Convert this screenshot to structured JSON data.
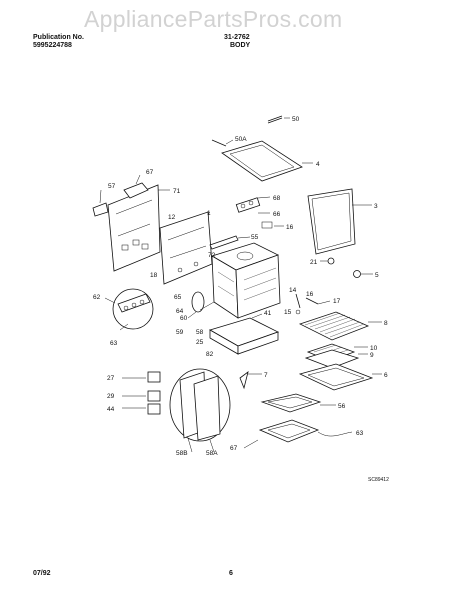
{
  "watermark": "AppliancePartsPros.com",
  "header": {
    "publication_label": "Publication No.",
    "publication_number": "5995224788",
    "model_code": "31-2762",
    "section": "BODY"
  },
  "footer": {
    "date": "07/92",
    "page": "6"
  },
  "diagram_code": "SC89412",
  "callouts": [
    "50",
    "50A",
    "4",
    "57",
    "67",
    "71",
    "68",
    "66",
    "3",
    "1",
    "12",
    "55",
    "16",
    "72",
    "18",
    "21",
    "5",
    "62",
    "65",
    "14",
    "16",
    "17",
    "64",
    "60",
    "15",
    "41",
    "8",
    "59",
    "58",
    "25",
    "82",
    "10",
    "9",
    "63",
    "27",
    "7",
    "6",
    "29",
    "44",
    "56",
    "58B",
    "58A",
    "67",
    "63"
  ]
}
